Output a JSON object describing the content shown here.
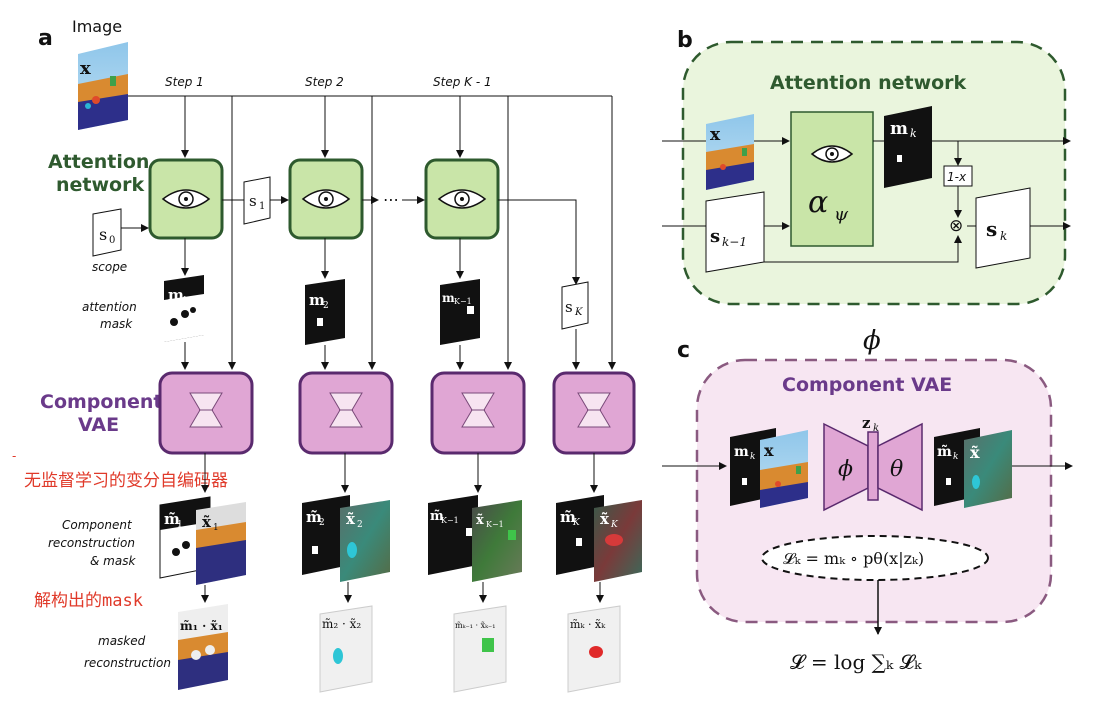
{
  "panel_a": {
    "label": "a",
    "image_label": "Image",
    "x_symbol": "x",
    "steps": [
      "Step 1",
      "Step 2",
      "Step K - 1"
    ],
    "attention_network_label": [
      "Attention",
      "network"
    ],
    "scope_symbol": "s",
    "scope_subscript": "0",
    "scope_label": "scope",
    "scope_states": [
      {
        "base": "s",
        "sub": "1"
      },
      {
        "base": "s",
        "sub": "K"
      }
    ],
    "dots": "⋯",
    "attention_mask_label": [
      "attention",
      "mask"
    ],
    "mask_labels": [
      {
        "base": "m",
        "sub": "1"
      },
      {
        "base": "m",
        "sub": "2"
      },
      {
        "base": "m",
        "sub": "K−1"
      }
    ],
    "component_vae_label": [
      "Component",
      "VAE"
    ],
    "component_recon_label": [
      "Component",
      "reconstruction",
      "& mask"
    ],
    "recon_mask_labels": [
      {
        "base": "m̃",
        "sub": "1"
      },
      {
        "base": "m̃",
        "sub": "2"
      },
      {
        "base": "m̃",
        "sub": "K−1"
      },
      {
        "base": "m̃",
        "sub": "K"
      }
    ],
    "recon_img_labels": [
      {
        "base": "x̃",
        "sub": "1"
      },
      {
        "base": "x̃",
        "sub": "2"
      },
      {
        "base": "x̃",
        "sub": "K−1"
      },
      {
        "base": "x̃",
        "sub": "K"
      }
    ],
    "masked_recon_label": [
      "masked",
      "reconstruction"
    ],
    "masked_recon_products": [
      "m̃₁ · x̃₁",
      "m̃₂ · x̃₂",
      "m̃ₖ₋₁ · x̃ₖ₋₁",
      "m̃ₖ · x̃ₖ"
    ]
  },
  "annotations": {
    "note1": "无监督学习的变分自编码器",
    "note2": "解构出的mask"
  },
  "panel_b": {
    "label": "b",
    "title": "Attention network",
    "x_symbol": "x",
    "scope_in": {
      "base": "s",
      "sub": "k−1"
    },
    "alpha": {
      "base": "α",
      "sub": "ψ"
    },
    "mask_out": {
      "base": "m",
      "sub": "k"
    },
    "one_minus_x": "1-x",
    "otimes": "⊗",
    "scope_out": {
      "base": "s",
      "sub": "k"
    }
  },
  "phi_symbol": "ϕ",
  "panel_c": {
    "label": "c",
    "title": "Component VAE",
    "mask_in": {
      "base": "m",
      "sub": "k"
    },
    "x_symbol": "x",
    "z": {
      "base": "z",
      "sub": "k"
    },
    "phi": "ϕ",
    "theta": "θ",
    "mask_out": {
      "base": "m̃",
      "sub": "k"
    },
    "x_out": "x̃",
    "loss_k": "𝓛ₖ = mₖ ∘ pθ(x|zₖ)",
    "loss_total": "𝓛 = log ∑ₖ 𝓛ₖ"
  },
  "colors": {
    "attention_fill": "#c9e5a8",
    "attention_stroke": "#2e5a2e",
    "attention_title": "#2f5a2f",
    "attention_panel_bg": "#eaf5dd",
    "vae_fill": "#e0a6d4",
    "vae_stroke": "#5a2a6e",
    "vae_title": "#6a3a8a",
    "vae_panel_bg": "#f7e6f2",
    "annotation": "#e03a2a"
  }
}
